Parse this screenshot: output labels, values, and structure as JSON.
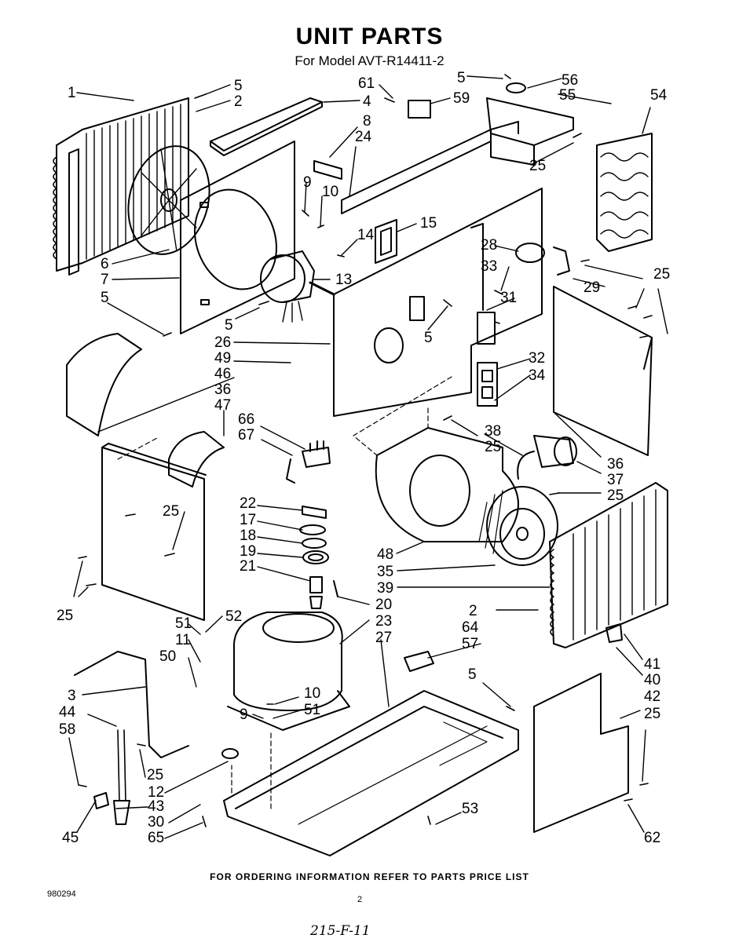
{
  "title": "UNIT PARTS",
  "subtitle": "For Model AVT-R14411-2",
  "footer": "FOR ORDERING INFORMATION REFER TO PARTS PRICE LIST",
  "doc_number": "980294",
  "page_number": "2",
  "handwritten_note": "215-F-11",
  "callouts": [
    {
      "id": "c1",
      "text": "1"
    },
    {
      "id": "c5a",
      "text": "5"
    },
    {
      "id": "c2a",
      "text": "2"
    },
    {
      "id": "c4",
      "text": "4"
    },
    {
      "id": "c61",
      "text": "61"
    },
    {
      "id": "c5b",
      "text": "5"
    },
    {
      "id": "c56",
      "text": "56"
    },
    {
      "id": "c59",
      "text": "59"
    },
    {
      "id": "c55",
      "text": "55"
    },
    {
      "id": "c54",
      "text": "54"
    },
    {
      "id": "c8",
      "text": "8"
    },
    {
      "id": "c24",
      "text": "24"
    },
    {
      "id": "c25a",
      "text": "25"
    },
    {
      "id": "c9a",
      "text": "9"
    },
    {
      "id": "c10a",
      "text": "10"
    },
    {
      "id": "c15",
      "text": "15"
    },
    {
      "id": "c14",
      "text": "14"
    },
    {
      "id": "c28",
      "text": "28"
    },
    {
      "id": "c6",
      "text": "6"
    },
    {
      "id": "c7",
      "text": "7"
    },
    {
      "id": "c13",
      "text": "13"
    },
    {
      "id": "c33",
      "text": "33"
    },
    {
      "id": "c25b",
      "text": "25"
    },
    {
      "id": "c5c",
      "text": "5"
    },
    {
      "id": "c29",
      "text": "29"
    },
    {
      "id": "c31",
      "text": "31"
    },
    {
      "id": "c5d",
      "text": "5"
    },
    {
      "id": "c5e",
      "text": "5"
    },
    {
      "id": "c26",
      "text": "26"
    },
    {
      "id": "c49",
      "text": "49"
    },
    {
      "id": "c46",
      "text": "46"
    },
    {
      "id": "c36a",
      "text": "36"
    },
    {
      "id": "c47",
      "text": "47"
    },
    {
      "id": "c32",
      "text": "32"
    },
    {
      "id": "c34",
      "text": "34"
    },
    {
      "id": "c66",
      "text": "66"
    },
    {
      "id": "c67",
      "text": "67"
    },
    {
      "id": "c38",
      "text": "38"
    },
    {
      "id": "c25c",
      "text": "25"
    },
    {
      "id": "c36b",
      "text": "36"
    },
    {
      "id": "c37",
      "text": "37"
    },
    {
      "id": "c25d",
      "text": "25"
    },
    {
      "id": "c22",
      "text": "22"
    },
    {
      "id": "c17",
      "text": "17"
    },
    {
      "id": "c18",
      "text": "18"
    },
    {
      "id": "c19",
      "text": "19"
    },
    {
      "id": "c21",
      "text": "21"
    },
    {
      "id": "c25e",
      "text": "25"
    },
    {
      "id": "c48",
      "text": "48"
    },
    {
      "id": "c35",
      "text": "35"
    },
    {
      "id": "c39",
      "text": "39"
    },
    {
      "id": "c20",
      "text": "20"
    },
    {
      "id": "c25f",
      "text": "25"
    },
    {
      "id": "c52",
      "text": "52"
    },
    {
      "id": "c2b",
      "text": "2"
    },
    {
      "id": "c23",
      "text": "23"
    },
    {
      "id": "c64",
      "text": "64"
    },
    {
      "id": "c51a",
      "text": "51"
    },
    {
      "id": "c27",
      "text": "27"
    },
    {
      "id": "c57",
      "text": "57"
    },
    {
      "id": "c11",
      "text": "11"
    },
    {
      "id": "c50",
      "text": "50"
    },
    {
      "id": "c41",
      "text": "41"
    },
    {
      "id": "c40",
      "text": "40"
    },
    {
      "id": "c5f",
      "text": "5"
    },
    {
      "id": "c3",
      "text": "3"
    },
    {
      "id": "c10b",
      "text": "10"
    },
    {
      "id": "c42",
      "text": "42"
    },
    {
      "id": "c51b",
      "text": "51"
    },
    {
      "id": "c44",
      "text": "44"
    },
    {
      "id": "c9b",
      "text": "9"
    },
    {
      "id": "c25g",
      "text": "25"
    },
    {
      "id": "c58",
      "text": "58"
    },
    {
      "id": "c25h",
      "text": "25"
    },
    {
      "id": "c12",
      "text": "12"
    },
    {
      "id": "c53",
      "text": "53"
    },
    {
      "id": "c43",
      "text": "43"
    },
    {
      "id": "c30",
      "text": "30"
    },
    {
      "id": "c45",
      "text": "45"
    },
    {
      "id": "c65",
      "text": "65"
    },
    {
      "id": "c62",
      "text": "62"
    }
  ]
}
